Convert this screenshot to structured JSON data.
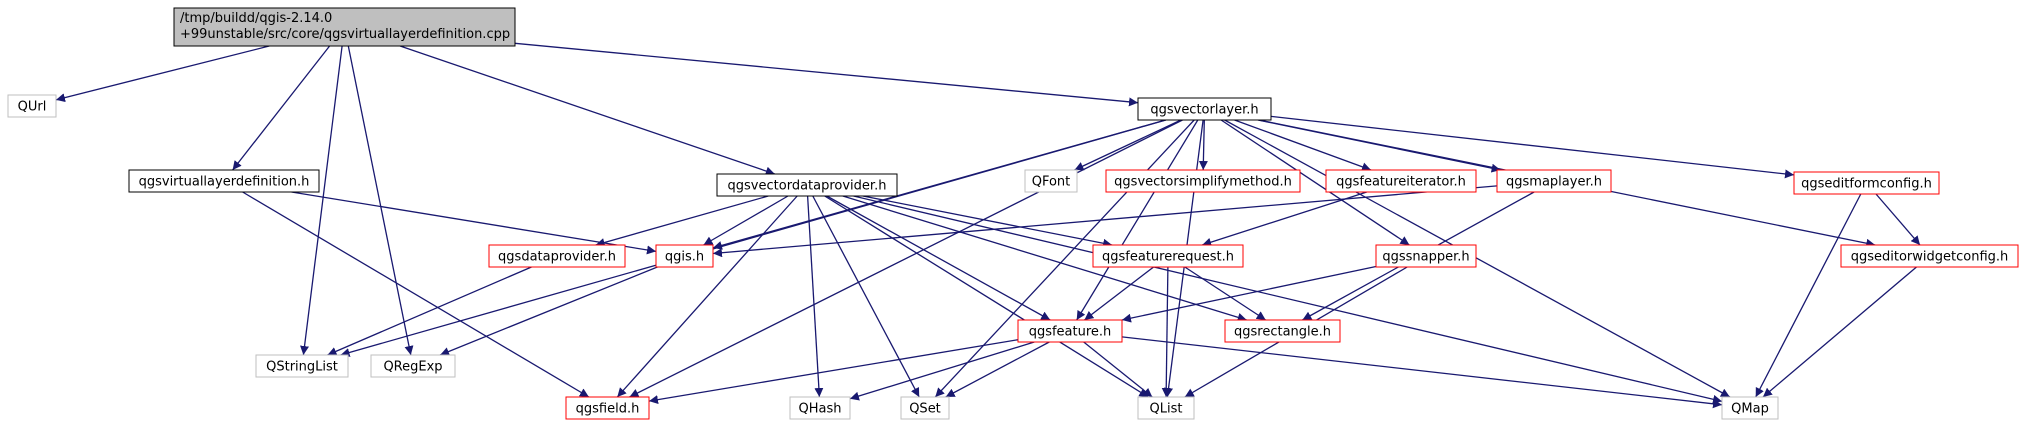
{
  "graph": {
    "nodes": {
      "root": {
        "lines": [
          "/tmp/buildd/qgis-2.14.0",
          "+99unstable/src/core/qgsvirtuallayerdefinition.cpp"
        ],
        "style": "root",
        "link": false
      },
      "qurl": {
        "label": "QUrl",
        "style": "gray",
        "link": false
      },
      "qgsvirtuallayerdefinition_h": {
        "label": "qgsvirtuallayerdefinition.h",
        "style": "black",
        "link": true
      },
      "qgsvectorlayer_h": {
        "label": "qgsvectorlayer.h",
        "style": "black",
        "link": true
      },
      "qgsvectordataprovider_h": {
        "label": "qgsvectordataprovider.h",
        "style": "black",
        "link": true
      },
      "qfont": {
        "label": "QFont",
        "style": "gray",
        "link": false
      },
      "qgsvectorsimplifymethod_h": {
        "label": "qgsvectorsimplifymethod.h",
        "style": "red",
        "link": true
      },
      "qgsfeatureiterator_h": {
        "label": "qgsfeatureiterator.h",
        "style": "red",
        "link": true
      },
      "qgsmaplayer_h": {
        "label": "qgsmaplayer.h",
        "style": "red",
        "link": true
      },
      "qgseditformconfig_h": {
        "label": "qgseditformconfig.h",
        "style": "red",
        "link": true
      },
      "qgsdataprovider_h": {
        "label": "qgsdataprovider.h",
        "style": "red",
        "link": true
      },
      "qgis_h": {
        "label": "qgis.h",
        "style": "red",
        "link": true
      },
      "qgsfeaturerequest_h": {
        "label": "qgsfeaturerequest.h",
        "style": "red",
        "link": true
      },
      "qgssnapper_h": {
        "label": "qgssnapper.h",
        "style": "red",
        "link": true
      },
      "qgseditorwidgetconfig_h": {
        "label": "qgseditorwidgetconfig.h",
        "style": "red",
        "link": true
      },
      "qstringlist": {
        "label": "QStringList",
        "style": "gray",
        "link": false
      },
      "qregexp": {
        "label": "QRegExp",
        "style": "gray",
        "link": false
      },
      "qgsfeature_h": {
        "label": "qgsfeature.h",
        "style": "red",
        "link": true
      },
      "qgsrectangle_h": {
        "label": "qgsrectangle.h",
        "style": "red",
        "link": true
      },
      "qgsfield_h": {
        "label": "qgsfield.h",
        "style": "red",
        "link": true
      },
      "qhash": {
        "label": "QHash",
        "style": "gray",
        "link": false
      },
      "qset": {
        "label": "QSet",
        "style": "gray",
        "link": false
      },
      "qlist": {
        "label": "QList",
        "style": "gray",
        "link": false
      },
      "qmap": {
        "label": "QMap",
        "style": "gray",
        "link": false
      }
    },
    "edges": [
      [
        "root",
        "qurl"
      ],
      [
        "root",
        "qgsvirtuallayerdefinition_h"
      ],
      [
        "root",
        "qgsvectorlayer_h"
      ],
      [
        "root",
        "qgsvectordataprovider_h"
      ],
      [
        "root",
        "qstringlist"
      ],
      [
        "root",
        "qregexp"
      ],
      [
        "qgsvirtuallayerdefinition_h",
        "qgis_h"
      ],
      [
        "qgsvirtuallayerdefinition_h",
        "qgsfield_h"
      ],
      [
        "qgsvectorlayer_h",
        "qfont"
      ],
      [
        "qgsvectorlayer_h",
        "qgsvectorsimplifymethod_h"
      ],
      [
        "qgsvectorlayer_h",
        "qgsfeatureiterator_h"
      ],
      [
        "qgsvectorlayer_h",
        "qgsmaplayer_h"
      ],
      [
        "qgsvectorlayer_h",
        "qgseditformconfig_h"
      ],
      [
        "qgsvectorlayer_h",
        "qgseditorwidgetconfig_h"
      ],
      [
        "qgsvectorlayer_h",
        "qgssnapper_h"
      ],
      [
        "qgsvectorlayer_h",
        "qgis_h"
      ],
      [
        "qgsvectorlayer_h",
        "qgsfeature_h"
      ],
      [
        "qgsvectorlayer_h",
        "qgsfield_h"
      ],
      [
        "qgsvectorlayer_h",
        "qstringlist"
      ],
      [
        "qgsvectorlayer_h",
        "qset"
      ],
      [
        "qgsvectorlayer_h",
        "qlist"
      ],
      [
        "qgsvectorlayer_h",
        "qmap"
      ],
      [
        "qgsvectordataprovider_h",
        "qgsdataprovider_h"
      ],
      [
        "qgsvectordataprovider_h",
        "qgis_h"
      ],
      [
        "qgsvectordataprovider_h",
        "qgsfeaturerequest_h"
      ],
      [
        "qgsvectordataprovider_h",
        "qgsfeature_h"
      ],
      [
        "qgsvectordataprovider_h",
        "qgsrectangle_h"
      ],
      [
        "qgsvectordataprovider_h",
        "qgsfield_h"
      ],
      [
        "qgsvectordataprovider_h",
        "qhash"
      ],
      [
        "qgsvectordataprovider_h",
        "qset"
      ],
      [
        "qgsvectordataprovider_h",
        "qlist"
      ],
      [
        "qgsvectordataprovider_h",
        "qmap"
      ],
      [
        "qgsfeatureiterator_h",
        "qgsfeaturerequest_h"
      ],
      [
        "qgsmaplayer_h",
        "qgis_h"
      ],
      [
        "qgsmaplayer_h",
        "qgsrectangle_h"
      ],
      [
        "qgseditformconfig_h",
        "qgseditorwidgetconfig_h"
      ],
      [
        "qgseditformconfig_h",
        "qmap"
      ],
      [
        "qgseditorwidgetconfig_h",
        "qmap"
      ],
      [
        "qgsdataprovider_h",
        "qstringlist"
      ],
      [
        "qgis_h",
        "qregexp"
      ],
      [
        "qgsfeaturerequest_h",
        "qgsfeature_h"
      ],
      [
        "qgsfeaturerequest_h",
        "qgsrectangle_h"
      ],
      [
        "qgsfeaturerequest_h",
        "qlist"
      ],
      [
        "qgssnapper_h",
        "qgsfeature_h"
      ],
      [
        "qgssnapper_h",
        "qlist"
      ],
      [
        "qgsfeature_h",
        "qgsfield_h"
      ],
      [
        "qgsfeature_h",
        "qhash"
      ],
      [
        "qgsfeature_h",
        "qset"
      ],
      [
        "qgsfeature_h",
        "qlist"
      ],
      [
        "qgsfeature_h",
        "qmap"
      ]
    ],
    "colors": {
      "edge": "#191970",
      "root_fill": "#bfbfbf",
      "root_stroke": "#000000",
      "black_stroke": "#000000",
      "red_stroke": "#ff0000",
      "gray_stroke": "#bfbfbf",
      "text": "#000000"
    }
  }
}
